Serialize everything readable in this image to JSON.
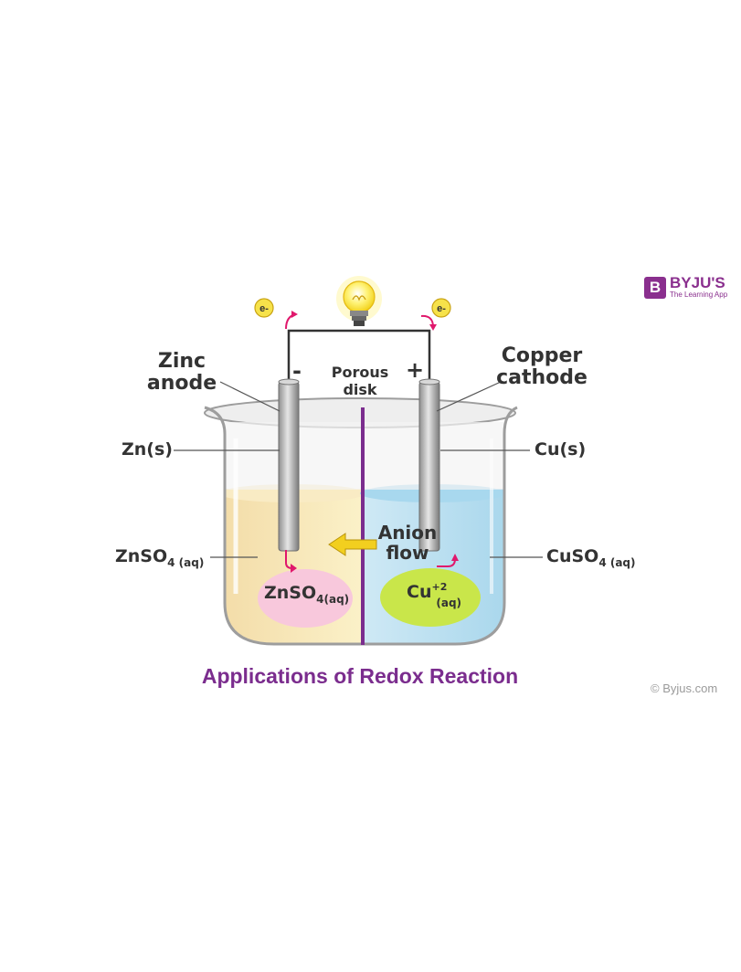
{
  "title": "Applications of Redox Reaction",
  "copyright": "© Byjus.com",
  "logo": {
    "letter": "B",
    "name": "BYJU'S",
    "tagline": "The Learning App"
  },
  "labels": {
    "zinc_anode_line1": "Zinc",
    "zinc_anode_line2": "anode",
    "copper_cathode_line1": "Copper",
    "copper_cathode_line2": "cathode",
    "porous_disk_line1": "Porous",
    "porous_disk_line2": "disk",
    "zn_s": "Zn(s)",
    "cu_s": "Cu(s)",
    "znso4_left_main": "ZnSO",
    "znso4_left_sub": "4 (aq)",
    "cuso4_right_main": "CuSO",
    "cuso4_right_sub": "4 (aq)",
    "anion_flow_line1": "Anion",
    "anion_flow_line2": "flow",
    "znso4_bubble_main": "ZnSO",
    "znso4_bubble_sub": "4(aq)",
    "cu_bubble_main": "Cu",
    "cu_bubble_sup": "+2",
    "cu_bubble_sub": "(aq)",
    "minus_sign": "-",
    "plus_sign": "+",
    "electron_left": "e-",
    "electron_right": "e-"
  },
  "colors": {
    "title": "#7b2d8e",
    "brand": "#8a2f8e",
    "zinc_solution": "#f6e4b4",
    "copper_solution": "#bfe2f2",
    "znso4_bubble": "#f8c8dc",
    "cu_bubble": "#c9e64a",
    "porous_disk": "#7b2d8e",
    "arrow": "#f2cf1f",
    "electron_arrow": "#e0186c",
    "electron_badge": "#f6e24a"
  }
}
